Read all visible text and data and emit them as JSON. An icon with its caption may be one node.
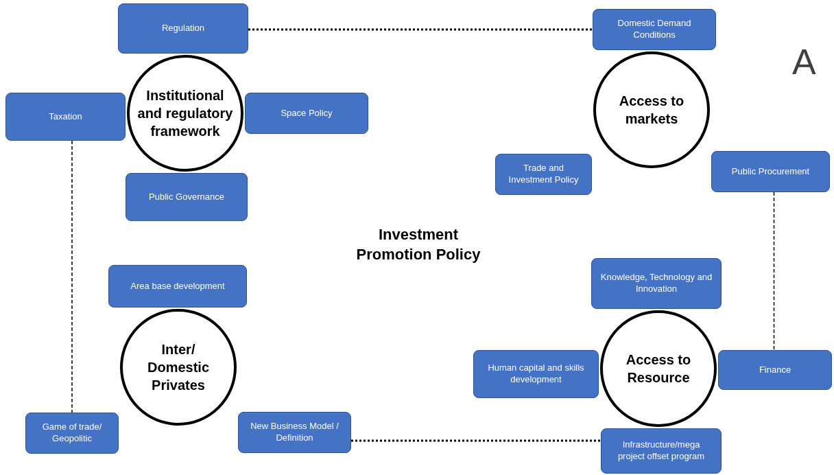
{
  "diagram": {
    "nodes": [
      {
        "text": [
          "Regulation"
        ]
      },
      {
        "text": [
          "Domestic Demand Conditions"
        ]
      },
      {
        "text": [
          "Institutional and regulatory framework"
        ]
      },
      {
        "text": [
          "Taxation"
        ]
      },
      {
        "text": [
          "Space Policy"
        ]
      },
      {
        "text": [
          "Access to markets"
        ]
      },
      {
        "text": [
          "Trade and Investment Policy"
        ]
      },
      {
        "text": [
          "Public Procurement"
        ]
      },
      {
        "text": [
          "Public Governance"
        ]
      },
      {
        "text": [
          "Knowledge, Technology and Innovation"
        ]
      },
      {
        "text": [
          "Area base development"
        ]
      },
      {
        "text": [
          "Access to Resource"
        ]
      },
      {
        "text": [
          "Inter/ Domestic Privates"
        ]
      },
      {
        "text": [
          "Human capital and skills development"
        ]
      },
      {
        "text": [
          "Finance"
        ]
      },
      {
        "text": [
          "Game of trade/ Geopolitic"
        ]
      },
      {
        "text": [
          "New Business Model / Definition"
        ]
      },
      {
        "text": [
          "Infrastructure/mega project offset program"
        ]
      }
    ],
    "edges": [
      {
        "from": 0,
        "to": 1,
        "arrow": "none",
        "style": "dashed"
      },
      {
        "from": 3,
        "to": 15,
        "arrow": "none",
        "style": "dashed"
      },
      {
        "from": 7,
        "to": 14,
        "arrow": "none",
        "style": "dashed"
      },
      {
        "from": 16,
        "to": 17,
        "arrow": "none",
        "style": "dashed"
      }
    ],
    "labels": [
      "Investment Promotion Policy",
      "A"
    ]
  }
}
